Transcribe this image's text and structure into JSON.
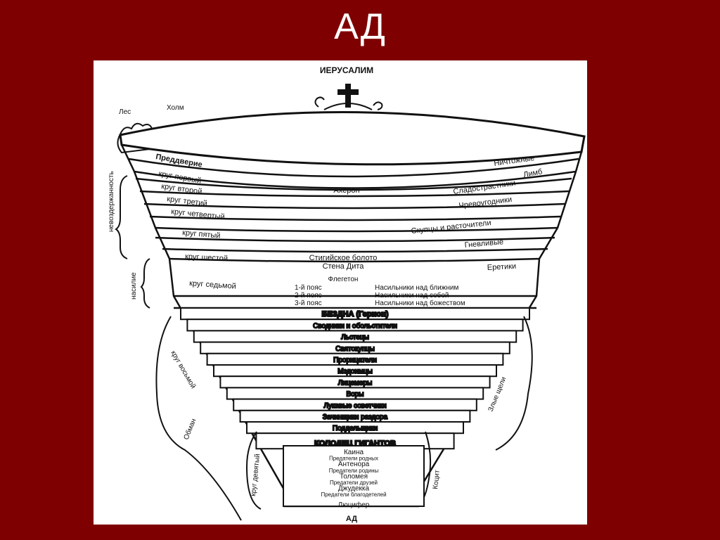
{
  "slide": {
    "title": "АД"
  },
  "diagram": {
    "top": {
      "jerusalem": "ИЕРУСАЛИМ",
      "forest": "Лес",
      "hill": "Холм"
    },
    "upper": {
      "vestibule_left": "Преддверие",
      "vestibule_right": "Ничтожные",
      "acheron": "Ахерон",
      "styx": "Стигийское болото",
      "dis": "Стена Дита",
      "phlegethon": "Флегетон"
    },
    "circles": [
      {
        "left": "круг первый",
        "right": "Лимб"
      },
      {
        "left": "круг второй",
        "right": "Сладострастники"
      },
      {
        "left": "круг третий",
        "right": "Чревоугодники"
      },
      {
        "left": "круг четвертый",
        "right": "Скупцы и расточители"
      },
      {
        "left": "круг пятый",
        "right": "Гневливые"
      },
      {
        "left": "круг шестой",
        "right": "Еретики"
      }
    ],
    "seventh": {
      "label": "круг седьмой",
      "belts": [
        {
          "name": "1-й пояс",
          "desc": "Насильники над ближним"
        },
        {
          "name": "2-й пояс",
          "desc": "Насильники над собой"
        },
        {
          "name": "3-й пояс",
          "desc": "Насильники над божеством"
        }
      ]
    },
    "abyss": "БЕЗДНА (Герион)",
    "bolgias": [
      "Сводники и обольстители",
      "Льстецы",
      "Святокупцы",
      "Прорицатели",
      "Мздоимцы",
      "Лицемеры",
      "Воры",
      "Лукавые советчики",
      "Зачинщики раздора",
      "Поддельщики"
    ],
    "giants": "КОЛОДЕЦ ГИГАНТОВ",
    "cocytus": [
      "Каина",
      "Предатели родных",
      "Антенора",
      "Предатели родины",
      "Толомея",
      "Предатели друзей",
      "Джудекка",
      "Предатели благодетелей",
      "Люцифер"
    ],
    "bottom": "АД",
    "side": {
      "incontinence": "невоздержанность",
      "violence": "насилие",
      "fraud": "Обман",
      "eighth": "круг восьмой",
      "ninth": "круг девятый",
      "malebolge": "Злые щели",
      "cocytus_side": "Коцит"
    }
  }
}
